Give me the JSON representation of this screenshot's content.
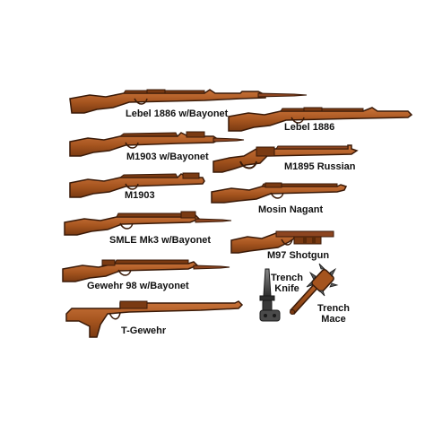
{
  "colors": {
    "wood": "#a5541e",
    "wood_dark": "#7a3a12",
    "wood_light": "#c9733a",
    "outline": "#3a1a08",
    "metal": "#5a5a5a",
    "metal_dark": "#2e2e2e",
    "label": "#111111"
  },
  "weapons": {
    "lebel_bayonet": {
      "label": "Lebel 1886 w/Bayonet",
      "icon": "rifle-with-bayonet-icon"
    },
    "lebel": {
      "label": "Lebel 1886",
      "icon": "rifle-icon"
    },
    "m1903_bayonet": {
      "label": "M1903 w/Bayonet",
      "icon": "rifle-with-bayonet-icon"
    },
    "m1895": {
      "label": "M1895 Russian",
      "icon": "lever-action-rifle-icon"
    },
    "m1903": {
      "label": "M1903",
      "icon": "rifle-icon"
    },
    "mosin": {
      "label": "Mosin Nagant",
      "icon": "rifle-icon"
    },
    "smle": {
      "label": "SMLE Mk3 w/Bayonet",
      "icon": "rifle-with-bayonet-icon"
    },
    "m97": {
      "label": "M97 Shotgun",
      "icon": "shotgun-icon"
    },
    "gewehr": {
      "label": "Gewehr 98 w/Bayonet",
      "icon": "rifle-with-bayonet-icon"
    },
    "trench_knife": {
      "label_line1": "Trench",
      "label_line2": "Knife",
      "icon": "trench-knife-icon"
    },
    "trench_mace": {
      "label_line1": "Trench",
      "label_line2": "Mace",
      "icon": "spiked-mace-icon"
    },
    "tgewehr": {
      "label": "T-Gewehr",
      "icon": "anti-tank-rifle-icon"
    }
  }
}
